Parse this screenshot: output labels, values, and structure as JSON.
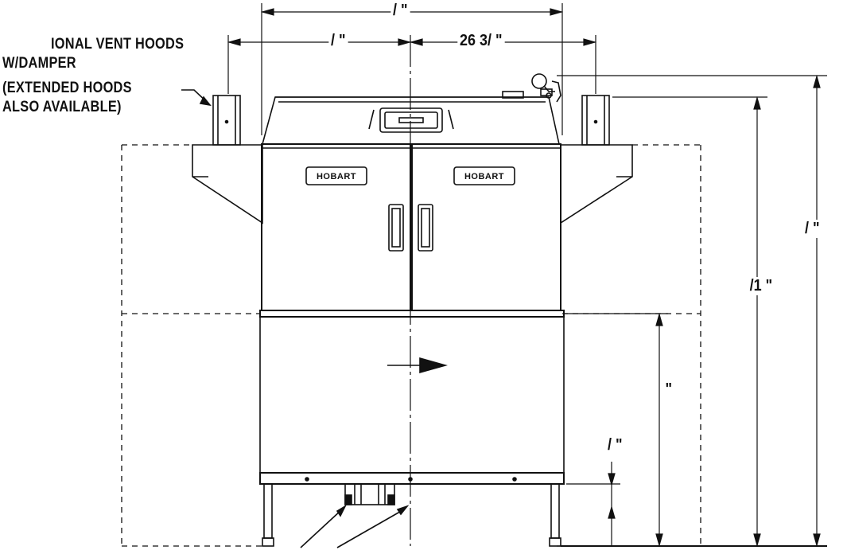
{
  "callout": {
    "line1": "IONAL VENT HOODS",
    "line2": "W/DAMPER",
    "line3": "(EXTENDED HOODS",
    "line4": "ALSO AVAILABLE)"
  },
  "dimensions": {
    "overall_width": "/ \"",
    "left_half_width": "/ \"",
    "right_half_width": "26 3/ \"",
    "overall_height": "/ \"",
    "hood_height": "/1 \"",
    "cabinet_height": "\"",
    "leg_height": "/ \""
  },
  "brand": {
    "left_door": "HOBART",
    "right_door": "HOBART"
  },
  "colors": {
    "ink": "#111111",
    "background": "#ffffff"
  }
}
